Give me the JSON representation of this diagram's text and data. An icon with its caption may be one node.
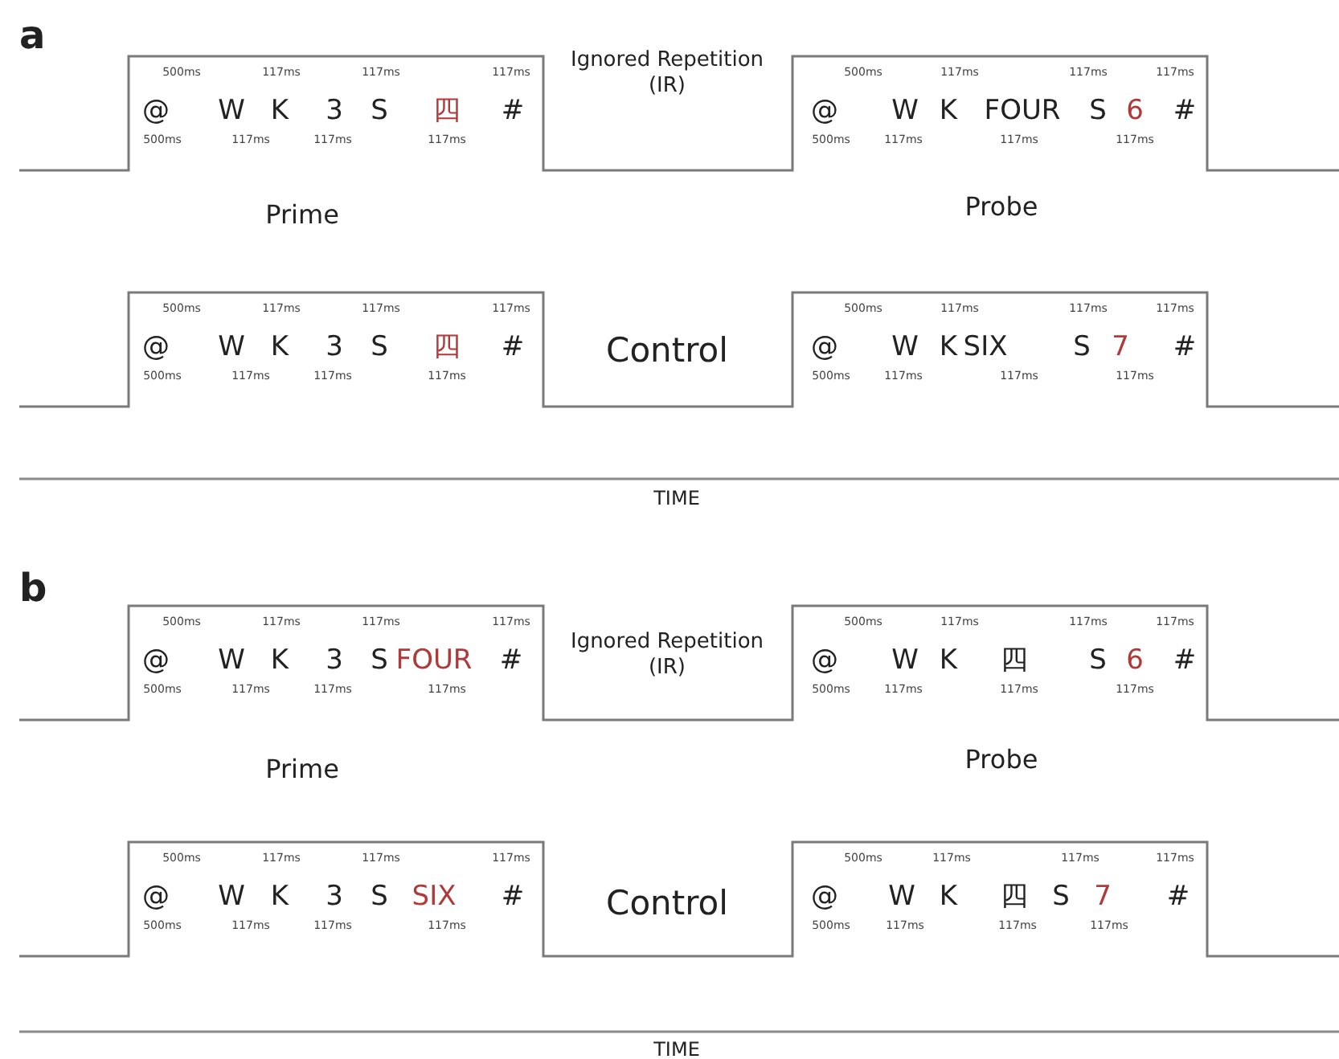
{
  "diagram": {
    "nodes": [
      {
        "text": [
          "500ms",
          "117ms",
          "117ms",
          "117ms",
          "@",
          "W",
          "K",
          "3",
          "S",
          "四",
          "#",
          "500ms",
          "117ms",
          "117ms",
          "117ms"
        ]
      },
      {
        "text": [
          "500ms",
          "117ms",
          "117ms",
          "117ms",
          "@",
          "W",
          "K",
          "FOUR",
          "S",
          "6",
          "#",
          "500ms",
          "117ms",
          "117ms",
          "117ms"
        ]
      },
      {
        "text": [
          "500ms",
          "117ms",
          "117ms",
          "117ms",
          "@",
          "W",
          "K",
          "3",
          "S",
          "四",
          "#",
          "500ms",
          "117ms",
          "117ms",
          "117ms"
        ]
      },
      {
        "text": [
          "500ms",
          "117ms",
          "117ms",
          "117ms",
          "@",
          "W",
          "K",
          "SIX",
          "S",
          "7",
          "#",
          "500ms",
          "117ms",
          "117ms",
          "117ms"
        ]
      },
      {
        "text": [
          "500ms",
          "117ms",
          "117ms",
          "117ms",
          "@",
          "W",
          "K",
          "3",
          "S",
          "FOUR",
          "#",
          "500ms",
          "117ms",
          "117ms",
          "117ms"
        ]
      },
      {
        "text": [
          "500ms",
          "117ms",
          "117ms",
          "117ms",
          "@",
          "W",
          "K",
          "四",
          "S",
          "6",
          "#",
          "500ms",
          "117ms",
          "117ms",
          "117ms"
        ]
      },
      {
        "text": [
          "500ms",
          "117ms",
          "117ms",
          "117ms",
          "@",
          "W",
          "K",
          "3",
          "S",
          "SIX",
          "#",
          "500ms",
          "117ms",
          "117ms",
          "117ms"
        ]
      },
      {
        "text": [
          "500ms",
          "117ms",
          "117ms",
          "117ms",
          "@",
          "W",
          "K",
          "四",
          "S",
          "7",
          "#",
          "500ms",
          "117ms",
          "117ms",
          "117ms"
        ]
      }
    ],
    "labels": [
      "a",
      "Ignored Repetition (IR)",
      "Prime",
      "Probe",
      "Control",
      "TIME",
      "b",
      "Ignored Repetition (IR)",
      "Prime",
      "Probe",
      "Control",
      "TIME"
    ]
  }
}
